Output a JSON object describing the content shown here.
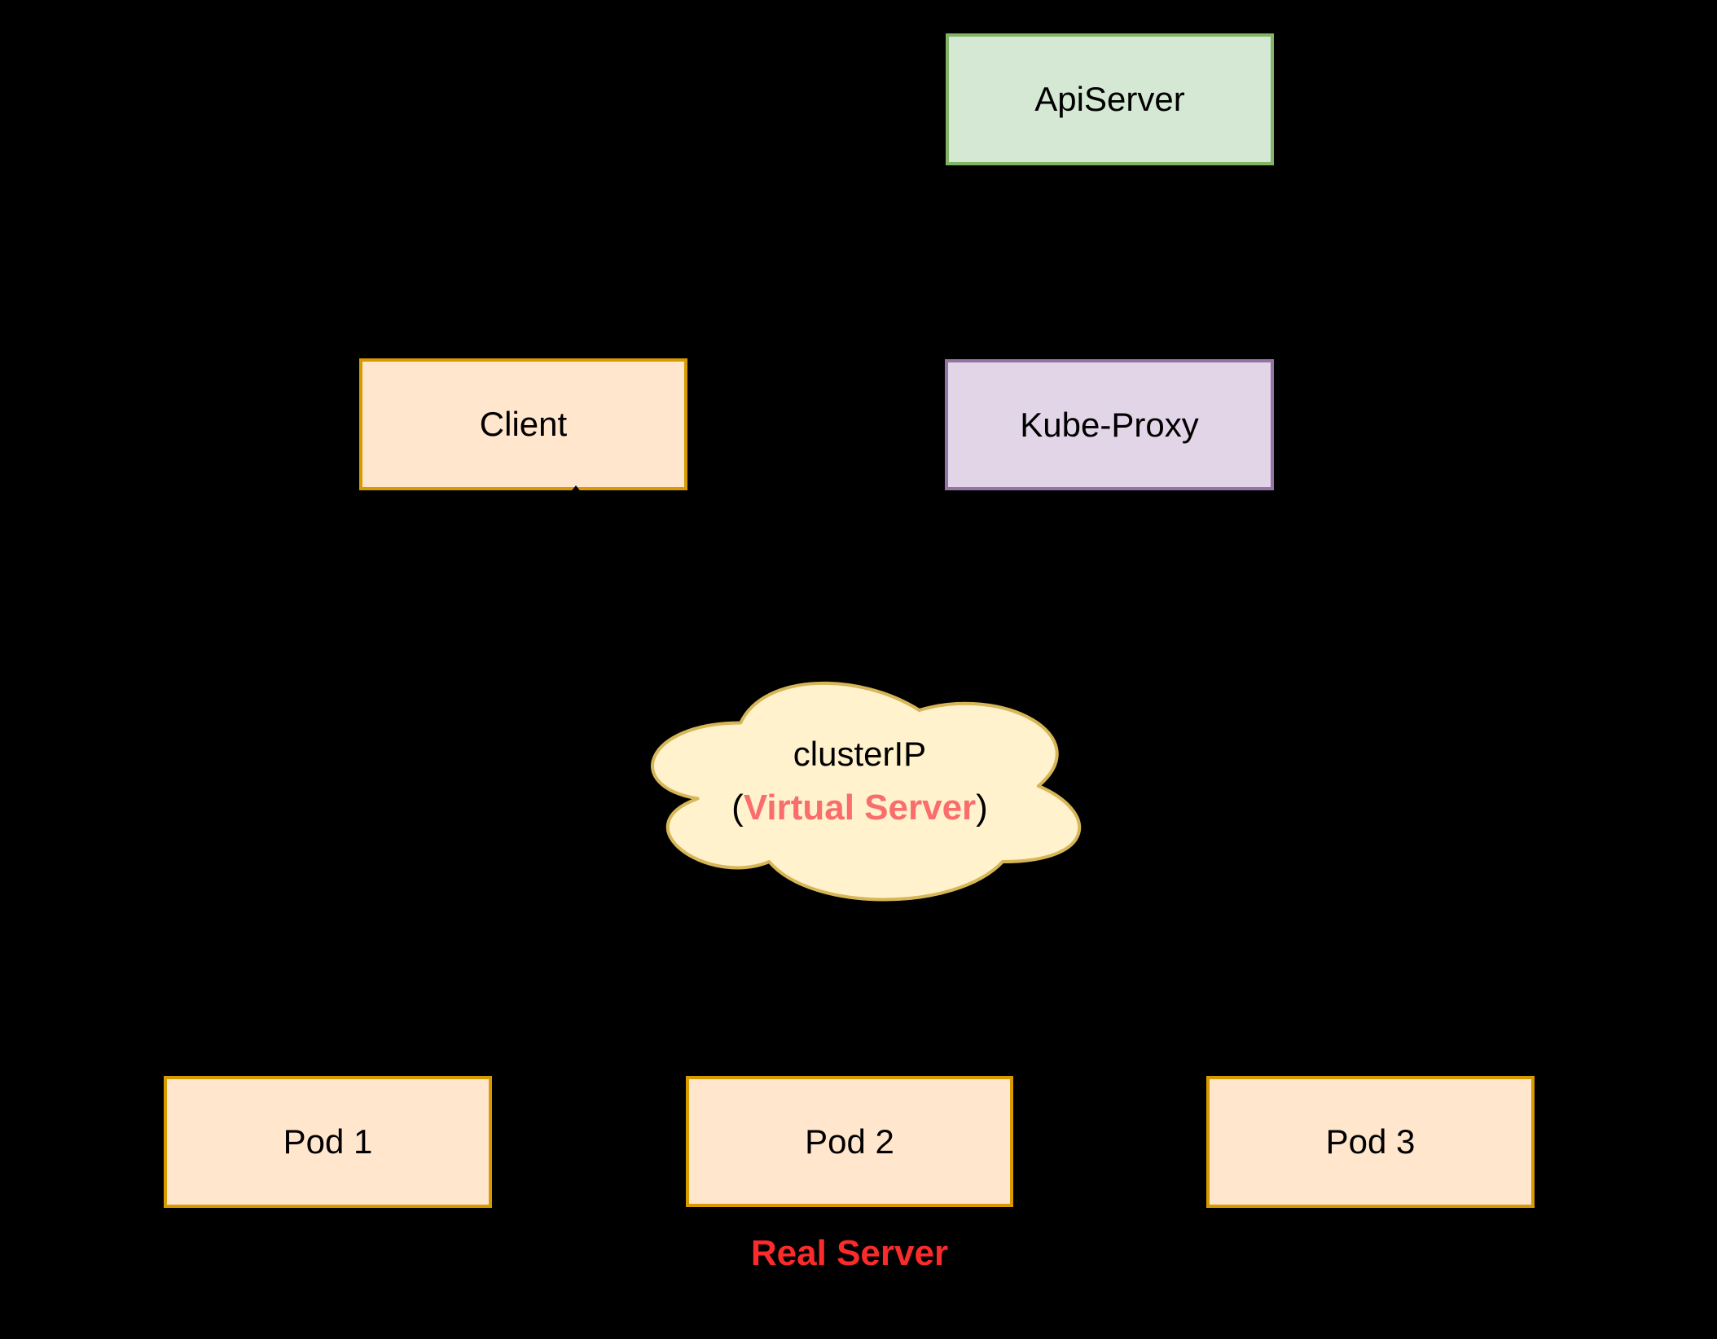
{
  "diagram": {
    "background_color": "#000000",
    "nodes": [
      {
        "id": "apiserver",
        "label": "ApiServer",
        "fill": "#d5e8d4",
        "stroke": "#82b366"
      },
      {
        "id": "client",
        "label": "Client",
        "fill": "#ffe6cc",
        "stroke": "#d79b00"
      },
      {
        "id": "kube-proxy",
        "label": "Kube-Proxy",
        "fill": "#e1d5e7",
        "stroke": "#9673a6"
      },
      {
        "id": "pod1",
        "label": "Pod 1",
        "fill": "#ffe6cc",
        "stroke": "#d79b00"
      },
      {
        "id": "pod2",
        "label": "Pod 2",
        "fill": "#ffe6cc",
        "stroke": "#d79b00"
      },
      {
        "id": "pod3",
        "label": "Pod 3",
        "fill": "#ffe6cc",
        "stroke": "#d79b00"
      }
    ],
    "cloud": {
      "line1": "clusterIP",
      "paren_open": "(",
      "highlight": "Virtual Server",
      "paren_close": ")",
      "fill": "#fff2cc",
      "stroke": "#d6b656",
      "highlight_color": "#fa6d6d"
    },
    "footnote": {
      "text": "Real Server",
      "color": "#fb2b2b"
    },
    "arrow_marker_color": "#000000"
  }
}
